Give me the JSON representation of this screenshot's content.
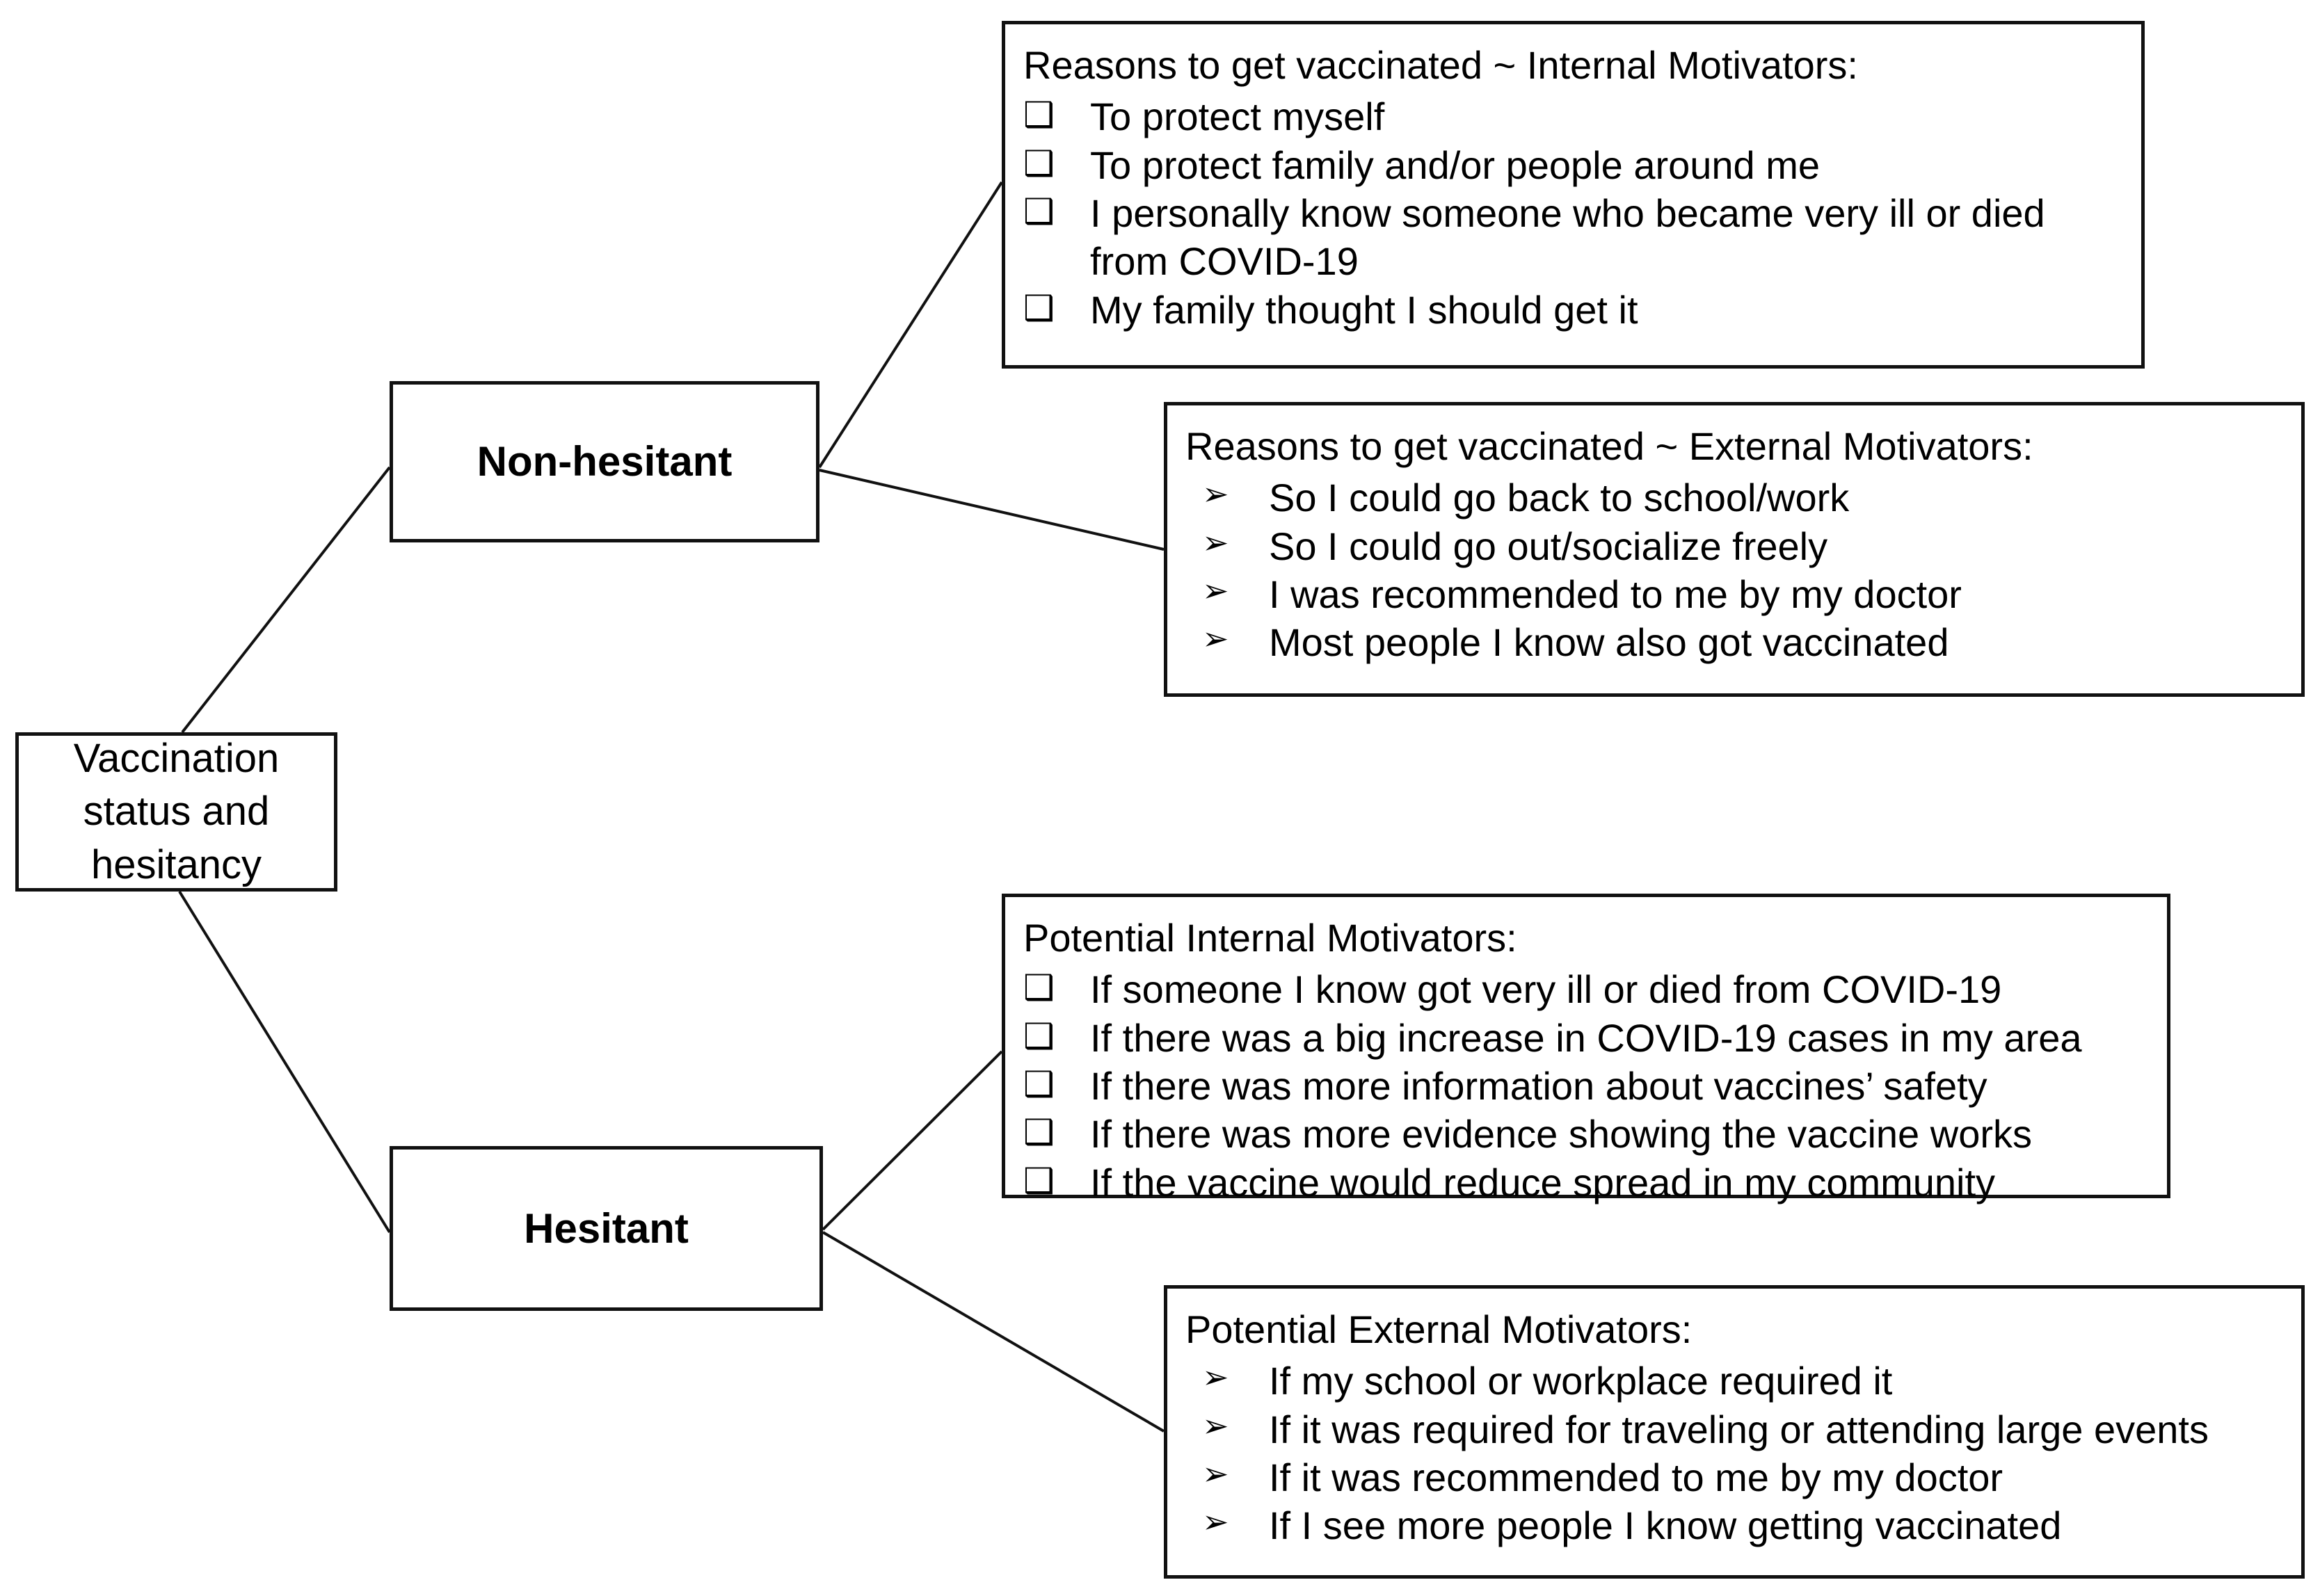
{
  "diagram": {
    "type": "tree",
    "title": "Vaccination status and hesitancy motivators",
    "line_color": "#111111",
    "box_border_color": "#111111",
    "background": "#ffffff"
  },
  "root": {
    "label": "Vaccination status and hesitancy",
    "line1": "Vaccination",
    "line2": "status and",
    "line3": "hesitancy"
  },
  "branches": [
    {
      "id": "non-hesitant",
      "label": "Non-hesitant"
    },
    {
      "id": "hesitant",
      "label": "Hesitant"
    }
  ],
  "panels": [
    {
      "id": "internal-motivators",
      "heading": "Reasons to get vaccinated ~ Internal Motivators:",
      "bullet_style": "checkbox",
      "bullet_glyph": "❑",
      "items": [
        "To protect myself",
        "To protect family and/or people around me",
        "I personally know someone who became very ill or died from COVID-19",
        "My family thought I should get it"
      ]
    },
    {
      "id": "external-motivators",
      "heading": "Reasons to get vaccinated ~ External Motivators:",
      "bullet_style": "arrow",
      "bullet_glyph": "➢",
      "items": [
        "So I could go back to school/work",
        "So I could go out/socialize freely",
        "I was recommended to me by my doctor",
        "Most people I know also got vaccinated"
      ]
    },
    {
      "id": "potential-internal-motivators",
      "heading": "Potential Internal Motivators:",
      "bullet_style": "checkbox",
      "bullet_glyph": "❑",
      "items": [
        "If someone I know got very ill or died from COVID-19",
        "If there was a big increase in COVID-19 cases in my area",
        "If there was more information about vaccines’ safety",
        "If there was more evidence showing the vaccine works",
        "If the vaccine would reduce spread in my community"
      ]
    },
    {
      "id": "potential-external-motivators",
      "heading": "Potential External Motivators:",
      "bullet_style": "arrow",
      "bullet_glyph": "➢",
      "items": [
        "If my school or workplace required it",
        "If it was required for traveling or attending large events",
        "If it was recommended to me by my doctor",
        "If I see more people I know getting vaccinated"
      ]
    }
  ]
}
